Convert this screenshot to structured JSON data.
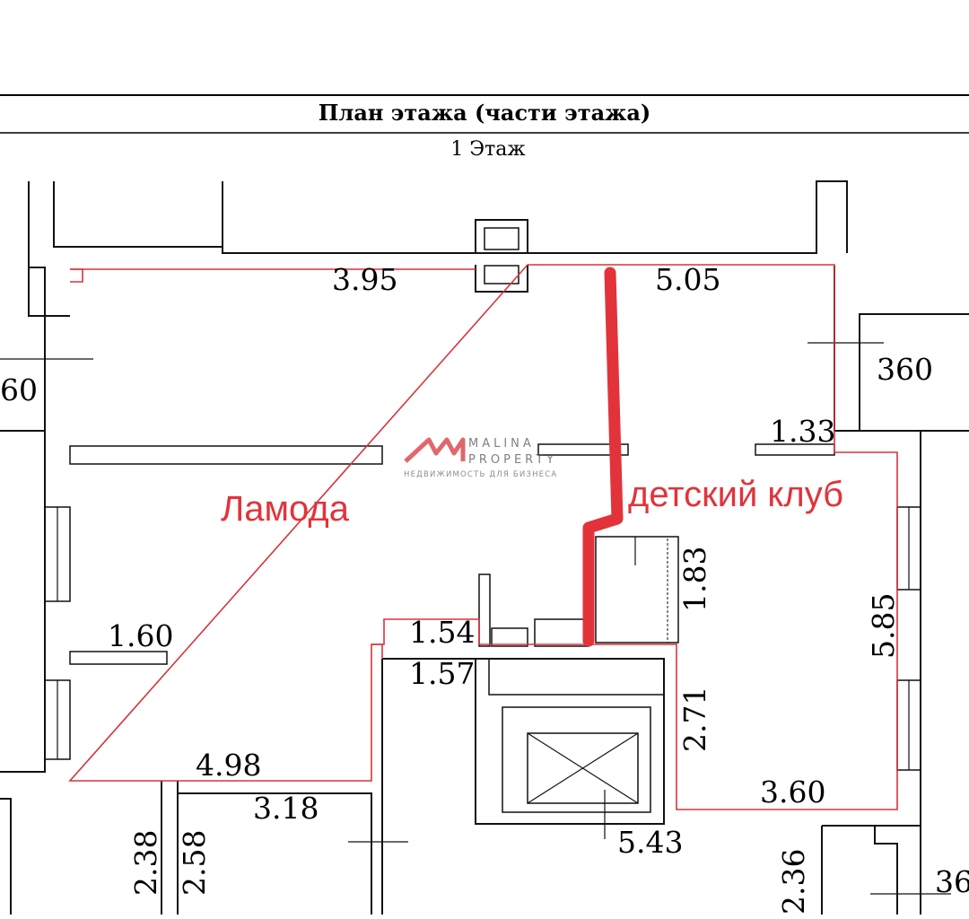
{
  "header": {
    "title": "План этажа (части этажа)",
    "subtitle": "1 Этаж"
  },
  "zones": {
    "left": "Ламода",
    "right": "детский клуб"
  },
  "dimensions": {
    "top_left": "3.95",
    "top_right": "5.05",
    "left_edge": "60",
    "right_wall": "360",
    "right_ledge": "1.33",
    "left_partition": "1.60",
    "corridor_top": "1.54",
    "corridor_bottom": "1.57",
    "closet_height": "1.83",
    "right_height": "5.85",
    "shaft_height": "2.71",
    "bottom_left": "4.98",
    "bottom_right": "3.60",
    "lower_room": "3.18",
    "lift_width": "5.43",
    "lower_a": "2.38",
    "lower_b": "2.58",
    "lower_c": "2.36",
    "lower_right": "36"
  },
  "watermark": {
    "brand_line1": "MALINA",
    "brand_line2": "PROPERTY",
    "tagline": "НЕДВИЖИМОСТЬ ДЛЯ БИЗНЕСА"
  },
  "colors": {
    "boundary": "#d8343b",
    "divider": "#e2333b",
    "walls": "#111111"
  }
}
